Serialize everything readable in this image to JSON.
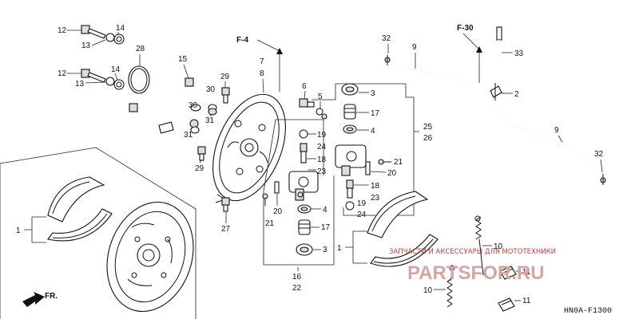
{
  "ref_codes": {
    "f4": "F-4",
    "f30": "F-30"
  },
  "diagram_code": "HN0A-F1300",
  "front_marker": "FR.",
  "watermark": {
    "caption": "ЗАПЧАСТИ И АКСЕССУАРЫ ДЛЯ МОТОТЕХНИКИ",
    "logo": "PARTSFOR.RU"
  },
  "labels": {
    "l1a": "1",
    "l1b": "1",
    "l2": "2",
    "l3a": "3",
    "l3b": "3",
    "l4a": "4",
    "l4b": "4",
    "l5": "5",
    "l6": "6",
    "l7": "7",
    "l8": "8",
    "l9a": "9",
    "l9b": "9",
    "l10a": "10",
    "l10b": "10",
    "l11a": "11",
    "l11b": "11",
    "l12a": "12",
    "l12b": "12",
    "l13a": "13",
    "l13b": "13",
    "l14a": "14",
    "l14b": "14",
    "l15": "15",
    "l16": "16",
    "l17a": "17",
    "l17b": "17",
    "l18a": "18",
    "l18b": "18",
    "l19a": "19",
    "l19b": "19",
    "l20a": "20",
    "l20b": "20",
    "l21a": "21",
    "l21b": "21",
    "l22": "22",
    "l23a": "23",
    "l23b": "23",
    "l24a": "24",
    "l24b": "24",
    "l25": "25",
    "l26": "26",
    "l27": "27",
    "l28": "28",
    "l29a": "29",
    "l29b": "29",
    "l30a": "30",
    "l30b": "30",
    "l31a": "31",
    "l31b": "31",
    "l32a": "32",
    "l32b": "32",
    "l33": "33"
  }
}
